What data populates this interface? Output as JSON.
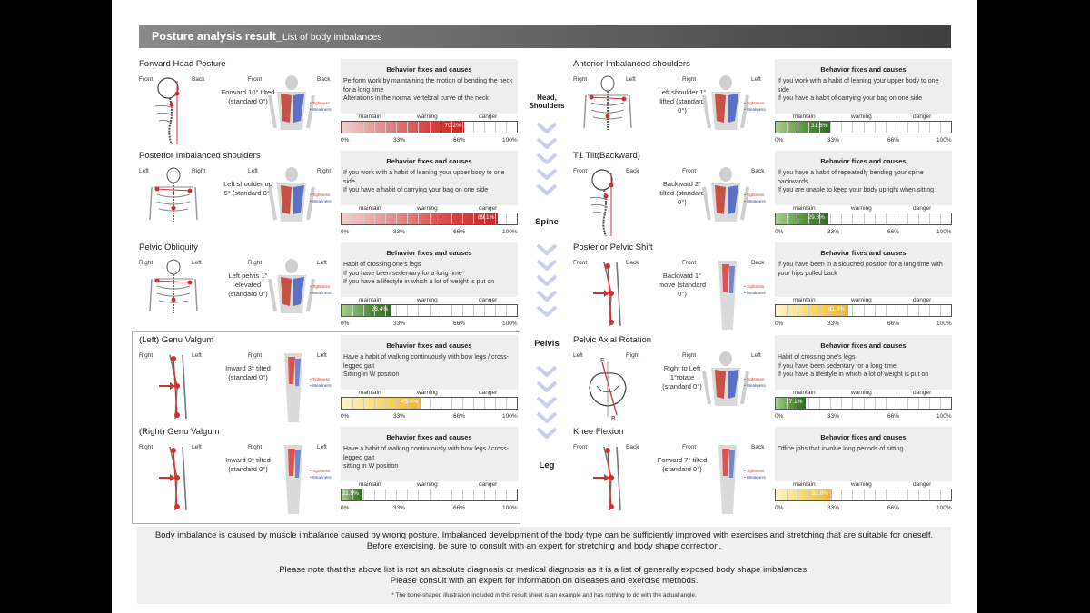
{
  "header": {
    "title": "Posture analysis result_",
    "subtitle": "List of body imbalances"
  },
  "labels": {
    "behavior_heading": "Behavior fixes and causes",
    "maintain": "maintain",
    "warning": "warning",
    "danger": "danger",
    "axis": [
      "0%",
      "33%",
      "66%",
      "100%"
    ],
    "tightness": "Tightness",
    "weakness": "Weakness"
  },
  "regions": [
    "Head, Shoulders",
    "Spine",
    "Pelvis",
    "Leg"
  ],
  "items": [
    {
      "name": "Forward Head Posture",
      "views": [
        "Front",
        "Back",
        "Front",
        "Back"
      ],
      "desc": "Forward 10° tilted (standard 0°)",
      "causes": [
        "Perform work by maintaining the motion of bending the neck for a long time",
        "Alterations in the normal vertebral curve of the neck"
      ],
      "percent": 70.2,
      "percent_label": "70.2%",
      "color": "red"
    },
    {
      "name": "Posterior Imbalanced shoulders",
      "views": [
        "Left",
        "Right",
        "Left",
        "Right"
      ],
      "desc": "Left shoulder up 5° (standard 0°)",
      "causes": [
        "If you work with a habit of leaning your upper body to one side",
        "If you have a habit of carrying your bag on one side"
      ],
      "percent": 89.1,
      "percent_label": "89.1%",
      "color": "red"
    },
    {
      "name": "Pelvic Obliquity",
      "views": [
        "Right",
        "Left",
        "Right",
        "Left"
      ],
      "desc": "Left pelvis 1° elevated (standard 0°)",
      "causes": [
        "Habit of crossing one's legs",
        "If you have been sedentary for a long time",
        "If you have a lifestyle in which a lot of weight is put on"
      ],
      "percent": 28.4,
      "percent_label": "28.4%",
      "color": "green"
    },
    {
      "name": "(Left) Genu Valgum",
      "views": [
        "Right",
        "Left",
        "Right",
        "Left"
      ],
      "desc": "Inward 3° tilted (standard 0°)",
      "causes": [
        "Have a habit of walking continuously with bow legs / cross-legged gait",
        "Sitting in W position"
      ],
      "percent": 45.4,
      "percent_label": "45.4%",
      "color": "yellow"
    },
    {
      "name": "(Right) Genu Valgum",
      "views": [
        "Right",
        "Left",
        "Right",
        "Left"
      ],
      "desc": "Inward 0° tilted (standard 0°)",
      "causes": [
        "Have a habit of walking continuously with bow legs / cross-legged gait",
        "sitting in W position"
      ],
      "percent": 11.9,
      "percent_label": "11.9%",
      "color": "green"
    },
    {
      "name": "Anterior Imbalanced shoulders",
      "views": [
        "Right",
        "Left",
        "Right",
        "Left"
      ],
      "desc": "Left shoulder 1° lifted (standard 0°)",
      "causes": [
        "If you work with a habit of leaning your upper body to one side",
        "If you have a habit of carrying your bag on one side"
      ],
      "percent": 31.6,
      "percent_label": "31.6%",
      "color": "green"
    },
    {
      "name": "T1 Tilt(Backward)",
      "views": [
        "Front",
        "Back",
        "Front",
        "Back"
      ],
      "desc": "Backward 2° tilted (standard 0°)",
      "causes": [
        "If you have a habit of repeatedly bending your spine backwards",
        "If you are unable to keep your body upright when sitting"
      ],
      "percent": 29.8,
      "percent_label": "29.8%",
      "color": "green"
    },
    {
      "name": "Posterior Pelvic Shift",
      "views": [
        "Front",
        "Back",
        "Front",
        "Back"
      ],
      "desc": "Backward 1° move (standard 0°)",
      "causes": [
        "If you have been in a slouched position for a long time with your hips pulled back"
      ],
      "percent": 41.3,
      "percent_label": "41.3%",
      "color": "yellow"
    },
    {
      "name": "Pelvic Axial Rotation",
      "views": [
        "Left",
        "Right",
        "Right",
        "Left"
      ],
      "desc": "Right to Left 1°rotate (standard 0°)",
      "causes": [
        "Habit of crossing one's legs",
        "If you have been sedentary for a long time",
        "If you have a lifestyle in which a lot of weight is put on"
      ],
      "percent": 17.1,
      "percent_label": "17.1%",
      "color": "green"
    },
    {
      "name": "Knee Flexion",
      "views": [
        "Front",
        "Back",
        "Front",
        "Back"
      ],
      "desc": "Forward 7° tilted (standard 0°)",
      "causes": [
        "Office jobs that involve long periods of sitting"
      ],
      "percent": 32.0,
      "percent_label": "32.0%",
      "color": "yellow"
    }
  ],
  "rotation_marks": [
    "F",
    "B"
  ],
  "footer": {
    "line1": "Body imbalance is caused by muscle imbalance caused by wrong posture. Imbalanced development of the body type can be sufficiently improved with exercises and stretching that are suitable for oneself.",
    "line2": "Before exercising, be sure to consult with an expert for stretching and body shape correction.",
    "line3": "Please note that the above list is not an absolute diagnosis or medical diagnosis as it is a list of generally exposed body shape imbalances.",
    "line4": "Please consult with an expert for information on diseases and exercise methods.",
    "note": "* The bone-shaped illustration included in this result sheet is an example and has nothing to do with the actual angle."
  }
}
